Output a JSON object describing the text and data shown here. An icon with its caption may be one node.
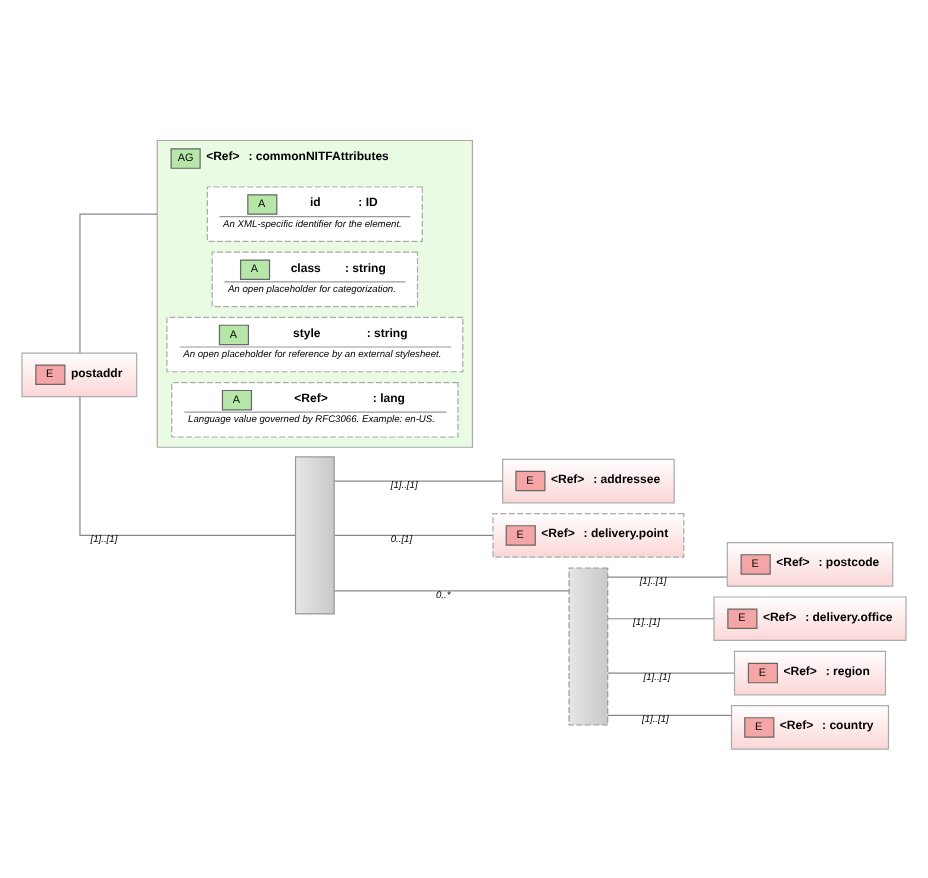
{
  "diagram": {
    "nodes": [
      {
        "text": [
          "E",
          "postaddr"
        ]
      },
      {
        "text": [
          "AG",
          "<Ref>",
          ": commonNITFAttributes"
        ]
      },
      {
        "text": [
          "A",
          "id",
          ": ID",
          "An XML-specific identifier for the element."
        ],
        "in": 1
      },
      {
        "text": [
          "A",
          "class",
          ": string",
          "An open placeholder for categorization."
        ],
        "in": 1
      },
      {
        "text": [
          "A",
          "style",
          ": string",
          "An open placeholder for reference by an external stylesheet."
        ],
        "in": 1
      },
      {
        "text": [
          "A",
          "<Ref>",
          ": lang",
          "Language value governed by RFC3066. Example: en-US."
        ],
        "in": 1
      },
      {
        "text": [],
        "shape": "box"
      },
      {
        "text": [
          "E",
          "<Ref>",
          ": addressee"
        ]
      },
      {
        "text": [
          "E",
          "<Ref>",
          ": delivery.point"
        ]
      },
      {
        "text": [],
        "shape": "box"
      },
      {
        "text": [
          "E",
          "<Ref>",
          ": postcode"
        ]
      },
      {
        "text": [
          "E",
          "<Ref>",
          ": delivery.office"
        ]
      },
      {
        "text": [
          "E",
          "<Ref>",
          ": region"
        ]
      },
      {
        "text": [
          "E",
          "<Ref>",
          ": country"
        ]
      }
    ],
    "edges": [
      {
        "from": 0,
        "to": 1,
        "arrow": "none"
      },
      {
        "from": 0,
        "to": 6,
        "arrow": "none",
        "label": "[1]..[1]"
      },
      {
        "from": 6,
        "to": 7,
        "arrow": "none",
        "label": "[1]..[1]"
      },
      {
        "from": 6,
        "to": 8,
        "arrow": "none",
        "label": "0..[1]"
      },
      {
        "from": 6,
        "to": 9,
        "arrow": "none",
        "label": "0..*"
      },
      {
        "from": 9,
        "to": 10,
        "arrow": "none",
        "label": "[1]..[1]"
      },
      {
        "from": 9,
        "to": 11,
        "arrow": "none",
        "label": "[1]..[1]"
      },
      {
        "from": 9,
        "to": 12,
        "arrow": "none",
        "label": "[1]..[1]"
      },
      {
        "from": 9,
        "to": 13,
        "arrow": "none",
        "label": "[1]..[1]"
      }
    ]
  }
}
